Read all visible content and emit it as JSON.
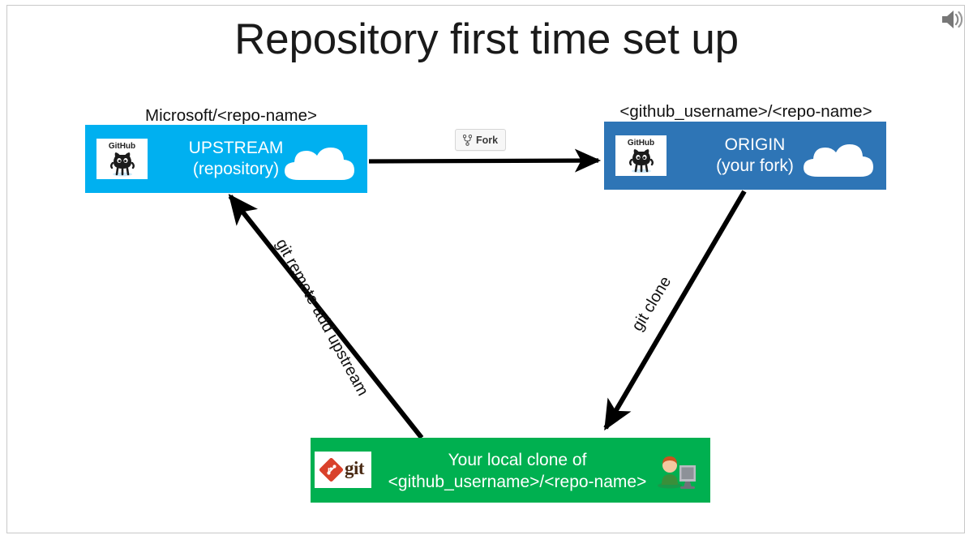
{
  "slide": {
    "title": "Repository first time set up",
    "background": "#ffffff",
    "border_color": "#c8c8c8"
  },
  "toolbar": {
    "audio_icon": "speaker-icon"
  },
  "colors": {
    "upstream_blue": "#00b0f0",
    "origin_blue": "#2e75b6",
    "local_green": "#00b050",
    "arrow_black": "#000000",
    "text_white": "#ffffff",
    "text_dark": "#111111",
    "git_red": "#d9412b"
  },
  "nodes": {
    "upstream": {
      "caption": "Microsoft/<repo-name>",
      "line1": "UPSTREAM",
      "line2": "(repository)",
      "logo": "github-octocat-logo",
      "logo_word": "GitHub",
      "cloud": "cloud-icon",
      "color": "#00b0f0"
    },
    "origin": {
      "caption": "<github_username>/<repo-name>",
      "line1": "ORIGIN",
      "line2": "(your fork)",
      "logo": "github-octocat-logo",
      "logo_word": "GitHub",
      "cloud": "cloud-icon",
      "color": "#2e75b6"
    },
    "local": {
      "line1": "Your local clone of",
      "line2": "<github_username>/<repo-name>",
      "logo": "git-logo",
      "logo_word": "git",
      "person": "person-at-computer-icon",
      "color": "#00b050"
    }
  },
  "edges": {
    "fork": {
      "button_label": "Fork",
      "button_icon": "fork-branch-icon",
      "from": "upstream",
      "to": "origin"
    },
    "clone": {
      "label": "git clone",
      "from": "origin",
      "to": "local"
    },
    "remote_add": {
      "label": "git remote add upstream",
      "from": "local",
      "to": "upstream"
    }
  }
}
